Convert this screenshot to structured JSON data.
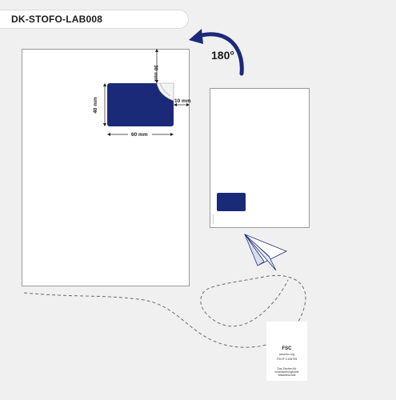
{
  "product_code": "DK-STOFO-LAB008",
  "dimensions": {
    "top_offset": "30 mm",
    "right_offset": "10 mm",
    "label_height": "40 mm",
    "label_width": "60 mm"
  },
  "rotation_label": "180°",
  "fsc": {
    "name": "FSC",
    "url": "www.fsc.org",
    "code": "FSC® C108705",
    "description": "Das Zeichen für verantwortungsvolle Waldwirtschaft"
  },
  "colors": {
    "label_blue": "#1b2a78",
    "arrow_blue": "#1b2a78",
    "background": "#f0f0f1"
  }
}
